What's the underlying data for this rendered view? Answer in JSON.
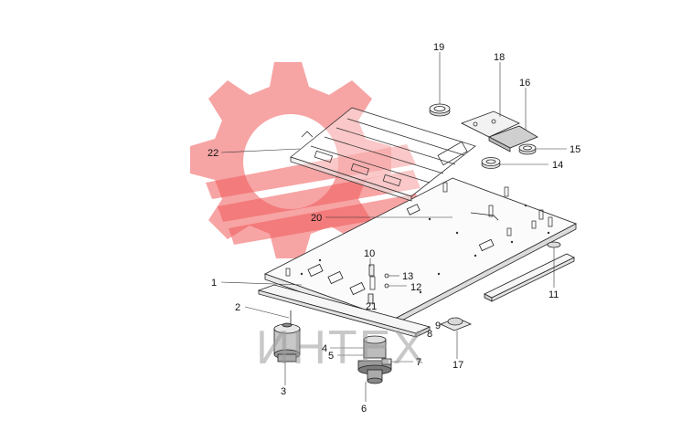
{
  "watermark": {
    "brand_text": "ИНТЕХ",
    "logo_color": "#f05a5a",
    "text_color": "#9a9a9a"
  },
  "callouts": [
    {
      "id": "1",
      "label": "1"
    },
    {
      "id": "2",
      "label": "2"
    },
    {
      "id": "3",
      "label": "3"
    },
    {
      "id": "4",
      "label": "4"
    },
    {
      "id": "5",
      "label": "5"
    },
    {
      "id": "6",
      "label": "6"
    },
    {
      "id": "7",
      "label": "7"
    },
    {
      "id": "8",
      "label": "8"
    },
    {
      "id": "9",
      "label": "9"
    },
    {
      "id": "10",
      "label": "10"
    },
    {
      "id": "11",
      "label": "11"
    },
    {
      "id": "12",
      "label": "12"
    },
    {
      "id": "13",
      "label": "13"
    },
    {
      "id": "14",
      "label": "14"
    },
    {
      "id": "15",
      "label": "15"
    },
    {
      "id": "16",
      "label": "16"
    },
    {
      "id": "17",
      "label": "17"
    },
    {
      "id": "18",
      "label": "18"
    },
    {
      "id": "19",
      "label": "19"
    },
    {
      "id": "20",
      "label": "20"
    },
    {
      "id": "21",
      "label": "21"
    },
    {
      "id": "22",
      "label": "22"
    }
  ]
}
